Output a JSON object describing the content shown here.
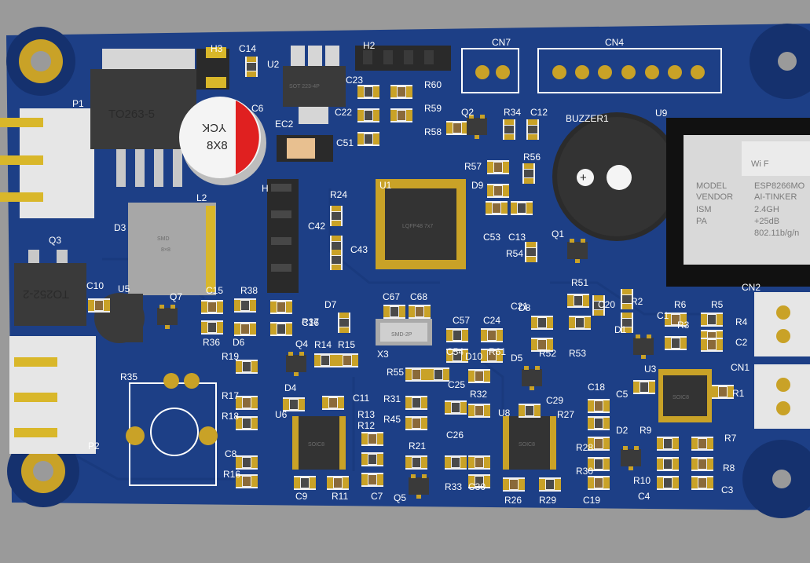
{
  "labels": {
    "H3": "H3",
    "C14": "C14",
    "U2": "U2",
    "H2": "H2",
    "CN7": "CN7",
    "CN4": "CN4",
    "P1": "P1",
    "C6": "C6",
    "C23": "C23",
    "R60": "R60",
    "C22": "C22",
    "R59": "R59",
    "Q2": "Q2",
    "R34": "R34",
    "C12": "C12",
    "BUZZER1": "BUZZER1",
    "U9": "U9",
    "EC2": "EC2",
    "C51": "C51",
    "R58": "R58",
    "R57": "R57",
    "R56": "R56",
    "D9": "D9",
    "H1": "H",
    "L2": "L2",
    "R24": "R24",
    "U1": "U1",
    "D3": "D3",
    "Q3": "Q3",
    "C42": "C42",
    "C43": "C43",
    "C53": "C53",
    "C13": "C13",
    "R54": "R54",
    "Q1": "Q1",
    "C10": "C10",
    "U5": "U5",
    "Q7": "Q7",
    "C15": "C15",
    "R38": "R38",
    "R37": "R37",
    "D7": "D7",
    "C67": "C67",
    "C68": "C68",
    "C57": "C57",
    "C24": "C24",
    "C21": "C21",
    "R51": "R51",
    "C20": "C20",
    "R2": "R2",
    "R6": "R6",
    "R5": "R5",
    "CN2": "CN2",
    "C16": "C16",
    "R36": "R36",
    "D6": "D6",
    "D8": "D8",
    "C1": "C1",
    "R3": "R3",
    "R4": "R4",
    "X3": "X3",
    "C54": "C54",
    "R61": "R61",
    "R52": "R52",
    "R53": "R53",
    "D1": "D1",
    "C2": "C2",
    "Q4": "Q4",
    "R14": "R14",
    "R15": "R15",
    "R19": "R19",
    "D10": "D10",
    "D5": "D5",
    "CN1": "CN1",
    "R55": "R55",
    "C25": "C25",
    "U3": "U3",
    "R35": "R35",
    "D4": "D4",
    "C11": "C11",
    "R17": "R17",
    "R31": "R31",
    "R32": "R32",
    "C29": "C29",
    "C18": "C18",
    "C5": "C5",
    "R1": "R1",
    "R18": "R18",
    "U6": "U6",
    "R13": "R13",
    "R12": "R12",
    "R45": "R45",
    "C26": "C26",
    "U8": "U8",
    "R27": "R27",
    "D2": "D2",
    "R9": "R9",
    "R7": "R7",
    "C8": "C8",
    "R21": "R21",
    "R28": "R28",
    "R30": "R30",
    "R8": "R8",
    "R10": "R10",
    "R16": "R16",
    "R33": "R33",
    "C30": "C30",
    "C3": "C3",
    "C4": "C4",
    "C9": "C9",
    "R11": "R11",
    "C7": "C7",
    "Q5": "Q5",
    "R26": "R26",
    "R29": "R29",
    "C19": "C19",
    "P2": "P2"
  },
  "components": {
    "to263": "TO263-5",
    "cap_brand": "YCK",
    "cap_size": "8X8",
    "inductor_type": "SMD",
    "inductor_sub": "8×8",
    "to252": "TO252-2",
    "lqfp": "LQFP48 7x7",
    "sot": "SOT 223-4P",
    "crystal": "SMD-2P",
    "soic": "SOIC8",
    "wifi_logo": "Wi F",
    "module_l1": "MODEL",
    "module_l2": "VENDOR",
    "module_l3": "ISM",
    "module_l4": "PA",
    "module_v1": "ESP8266MO",
    "module_v2": "AI-TINKER",
    "module_v3": "2.4GH",
    "module_v4": "+25dB",
    "module_v5": "802.11b/g/n"
  },
  "colors": {
    "background": "#9a9a9a",
    "board": "#1d3f86",
    "silkscreen": "#ffffff",
    "pad_gold": "#c9a227",
    "component_body": "#3a3a3a"
  }
}
